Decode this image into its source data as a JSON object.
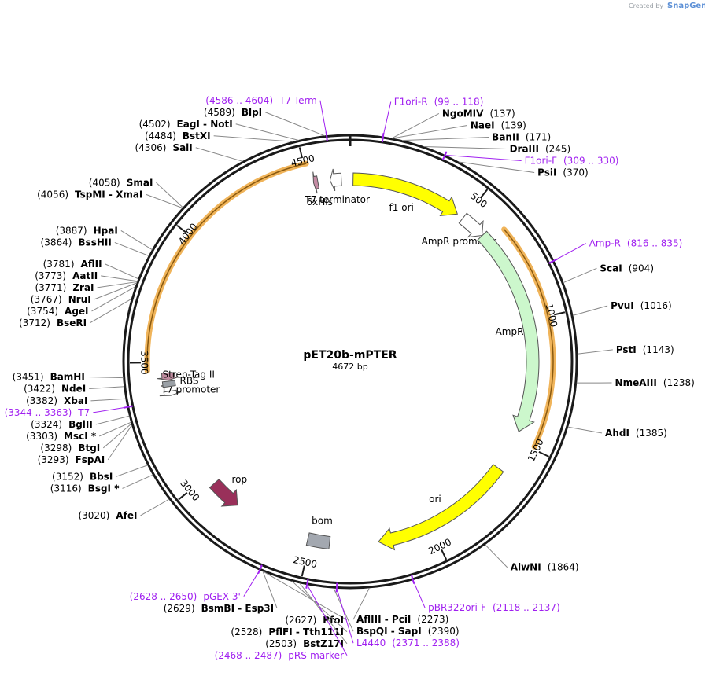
{
  "credit": {
    "created_by": "Created by",
    "brand": "SnapGene"
  },
  "plasmid": {
    "name": "pET20b-mPTER",
    "length": 4672,
    "length_label": "4672 bp"
  },
  "colors": {
    "backbone": "#1a1a1a",
    "primer": "#a020f0",
    "f1ori": "#ffff00",
    "ori": "#ffff00",
    "ampr": "#ccf7cc",
    "highlight": "#f0b45a",
    "rop": "#99305a",
    "bom": "#a3a8b0",
    "his": "#c58ca5",
    "strep": "#c08ca0",
    "rbs": "#9aa0a6"
  },
  "ticks": [
    {
      "pos": 500,
      "label": "500"
    },
    {
      "pos": 1000,
      "label": "1000"
    },
    {
      "pos": 1500,
      "label": "1500"
    },
    {
      "pos": 2000,
      "label": "2000"
    },
    {
      "pos": 2500,
      "label": "2500"
    },
    {
      "pos": 3000,
      "label": "3000"
    },
    {
      "pos": 3500,
      "label": "3500"
    },
    {
      "pos": 4000,
      "label": "4000"
    },
    {
      "pos": 4500,
      "label": "4500"
    }
  ],
  "features": [
    {
      "name": "f1 ori",
      "type": "arrow",
      "start": 12,
      "end": 467,
      "dir": 1,
      "color": "#ffff00",
      "ring": 0
    },
    {
      "name": "AmpR promoter",
      "type": "arrow",
      "start": 495,
      "end": 600,
      "dir": 1,
      "color": "#ffffff",
      "ring": 0
    },
    {
      "name": "AmpR",
      "type": "arrow",
      "start": 601,
      "end": 1461,
      "dir": 1,
      "color": "#ccf7cc",
      "ring": 0
    },
    {
      "name": "ori",
      "type": "arrow",
      "start": 1632,
      "end": 2220,
      "dir": 1,
      "color": "#ffff00",
      "ring": 0
    },
    {
      "name": "bom",
      "type": "box",
      "start": 2420,
      "end": 2510,
      "dir": 0,
      "color": "#a3a8b0",
      "ring": 0
    },
    {
      "name": "rop",
      "type": "arrow",
      "start": 2830,
      "end": 2960,
      "dir": -1,
      "color": "#99305a",
      "ring": 0
    },
    {
      "name": "T7 promoter",
      "type": "arrow",
      "start": 3365,
      "end": 3383,
      "dir": -1,
      "color": "#ffffff",
      "ring": 0
    },
    {
      "name": "RBS",
      "type": "box",
      "start": 3402,
      "end": 3424,
      "dir": 0,
      "color": "#9aa0a6",
      "ring": 0
    },
    {
      "name": "Strep-Tag II",
      "type": "arrow",
      "start": 3428,
      "end": 3458,
      "dir": -1,
      "color": "#c08ca0",
      "ring": 0
    },
    {
      "name": "6xHis",
      "type": "arrow",
      "start": 4522,
      "end": 4540,
      "dir": -1,
      "color": "#c58ca5",
      "ring": 0
    },
    {
      "name": "T7 terminator",
      "type": "arrow",
      "start": 4590,
      "end": 4636,
      "dir": -1,
      "color": "#ffffff",
      "ring": 0
    }
  ],
  "highlights": [
    {
      "start": 640,
      "end": 1490
    },
    {
      "start": 3470,
      "end": 4510
    }
  ],
  "sites": [
    {
      "name": "BlpI",
      "pos": 4589,
      "pos_label": "(4589)"
    },
    {
      "name": "EagI - NotI",
      "pos": 4502,
      "pos_label": "(4502)"
    },
    {
      "name": "BstXI",
      "pos": 4484,
      "pos_label": "(4484)"
    },
    {
      "name": "SalI",
      "pos": 4306,
      "pos_label": "(4306)"
    },
    {
      "name": "SmaI",
      "pos": 4058,
      "pos_label": "(4058)"
    },
    {
      "name": "TspMI - XmaI",
      "pos": 4056,
      "pos_label": "(4056)"
    },
    {
      "name": "HpaI",
      "pos": 3887,
      "pos_label": "(3887)"
    },
    {
      "name": "BssHII",
      "pos": 3864,
      "pos_label": "(3864)"
    },
    {
      "name": "AflII",
      "pos": 3781,
      "pos_label": "(3781)"
    },
    {
      "name": "AatII",
      "pos": 3773,
      "pos_label": "(3773)"
    },
    {
      "name": "ZraI",
      "pos": 3771,
      "pos_label": "(3771)"
    },
    {
      "name": "NruI",
      "pos": 3767,
      "pos_label": "(3767)"
    },
    {
      "name": "AgeI",
      "pos": 3754,
      "pos_label": "(3754)"
    },
    {
      "name": "BseRI",
      "pos": 3712,
      "pos_label": "(3712)"
    },
    {
      "name": "BamHI",
      "pos": 3451,
      "pos_label": "(3451)"
    },
    {
      "name": "NdeI",
      "pos": 3422,
      "pos_label": "(3422)"
    },
    {
      "name": "XbaI",
      "pos": 3382,
      "pos_label": "(3382)"
    },
    {
      "name": "BglII",
      "pos": 3324,
      "pos_label": "(3324)"
    },
    {
      "name": "MscI *",
      "pos": 3303,
      "pos_label": "(3303)"
    },
    {
      "name": "BtgI",
      "pos": 3298,
      "pos_label": "(3298)"
    },
    {
      "name": "FspAI",
      "pos": 3293,
      "pos_label": "(3293)"
    },
    {
      "name": "BbsI",
      "pos": 3152,
      "pos_label": "(3152)"
    },
    {
      "name": "BsgI *",
      "pos": 3116,
      "pos_label": "(3116)"
    },
    {
      "name": "AfeI",
      "pos": 3020,
      "pos_label": "(3020)"
    },
    {
      "name": "BsmBI - Esp3I",
      "pos": 2629,
      "pos_label": "(2629)"
    },
    {
      "name": "PfoI",
      "pos": 2627,
      "pos_label": "(2627)"
    },
    {
      "name": "PflFI - Tth111I",
      "pos": 2528,
      "pos_label": "(2528)"
    },
    {
      "name": "BstZ17I",
      "pos": 2503,
      "pos_label": "(2503)"
    },
    {
      "name": "BspQI - SapI",
      "pos": 2390,
      "pos_label": "(2390)"
    },
    {
      "name": "AflIII - PciI",
      "pos": 2273,
      "pos_label": "(2273)"
    },
    {
      "name": "AlwNI",
      "pos": 1864,
      "pos_label": "(1864)"
    },
    {
      "name": "AhdI",
      "pos": 1385,
      "pos_label": "(1385)"
    },
    {
      "name": "NmeAIII",
      "pos": 1238,
      "pos_label": "(1238)"
    },
    {
      "name": "PstI",
      "pos": 1143,
      "pos_label": "(1143)"
    },
    {
      "name": "PvuI",
      "pos": 1016,
      "pos_label": "(1016)"
    },
    {
      "name": "ScaI",
      "pos": 904,
      "pos_label": "(904)"
    },
    {
      "name": "PsiI",
      "pos": 370,
      "pos_label": "(370)"
    },
    {
      "name": "DraIII",
      "pos": 245,
      "pos_label": "(245)"
    },
    {
      "name": "BanII",
      "pos": 171,
      "pos_label": "(171)"
    },
    {
      "name": "NaeI",
      "pos": 139,
      "pos_label": "(139)"
    },
    {
      "name": "NgoMIV",
      "pos": 137,
      "pos_label": "(137)"
    }
  ],
  "primers": [
    {
      "name": "T7 Term",
      "range": "(4586 .. 4604)",
      "pos": 4595
    },
    {
      "name": "F1ori-R",
      "range": "(99 .. 118)",
      "pos": 108
    },
    {
      "name": "F1ori-F",
      "range": "(309 .. 330)",
      "pos": 320
    },
    {
      "name": "Amp-R",
      "range": "(816 .. 835)",
      "pos": 826
    },
    {
      "name": "pBR322ori-F",
      "range": "(2118 .. 2137)",
      "pos": 2128
    },
    {
      "name": "L4440",
      "range": "(2371 .. 2388)",
      "pos": 2380
    },
    {
      "name": "pRS-marker",
      "range": "(2468 .. 2487)",
      "pos": 2478
    },
    {
      "name": "pGEX 3'",
      "range": "(2628 .. 2650)",
      "pos": 2640
    },
    {
      "name": "T7",
      "range": "(3344 .. 3363)",
      "pos": 3354
    }
  ]
}
